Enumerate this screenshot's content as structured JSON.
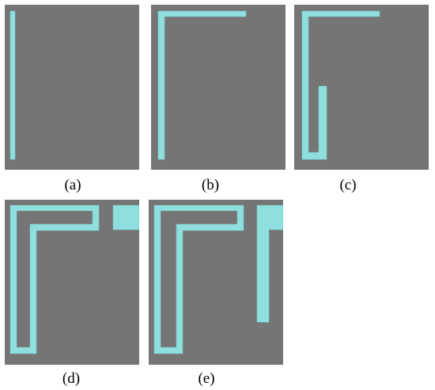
{
  "colors": {
    "substrate": "#757575",
    "trace": "#8fdfdf",
    "trace_edge": "#7ac8c8"
  },
  "figure": {
    "panels": [
      {
        "id": "a",
        "caption": "(a)"
      },
      {
        "id": "b",
        "caption": "(b)"
      },
      {
        "id": "c",
        "caption": "(c)"
      },
      {
        "id": "d",
        "caption": "(d)"
      },
      {
        "id": "e",
        "caption": "(e)"
      }
    ]
  }
}
